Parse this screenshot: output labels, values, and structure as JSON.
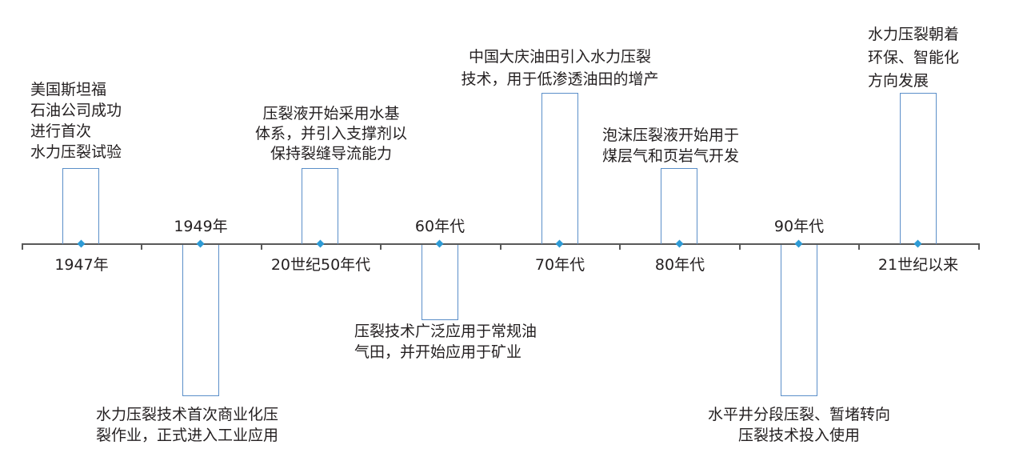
{
  "colors": {
    "axis": "#595959",
    "marker": "#2e9bd6",
    "box": "#5b8fc9"
  },
  "events": [
    {
      "label": "1947年",
      "lines": [
        "美国斯坦福",
        "石油公司成功",
        "进行首次",
        "水力压裂试验"
      ]
    },
    {
      "label": "1949年",
      "lines": [
        "水力压裂技术首次商业化压",
        "裂作业，正式进入工业应用"
      ]
    },
    {
      "label": "20世纪50年代",
      "lines": [
        "压裂液开始采用水基",
        "体系，并引入支撑剂以",
        "保持裂缝导流能力"
      ]
    },
    {
      "label": "60年代",
      "lines": [
        "压裂技术广泛应用于常规油",
        "气田，并开始应用于矿业"
      ]
    },
    {
      "label": "70年代",
      "lines": [
        "中国大庆油田引入水力压裂",
        "技术，用于低渗透油田的增产"
      ]
    },
    {
      "label": "80年代",
      "lines": [
        "泡沫压裂液开始用于",
        "煤层气和页岩气开发"
      ]
    },
    {
      "label": "90年代",
      "lines": [
        "水平井分段压裂、暂堵转向",
        "压裂技术投入使用"
      ]
    },
    {
      "label": "21世纪以来",
      "lines": [
        "水力压裂朝着",
        "环保、智能化",
        "方向发展"
      ]
    }
  ]
}
